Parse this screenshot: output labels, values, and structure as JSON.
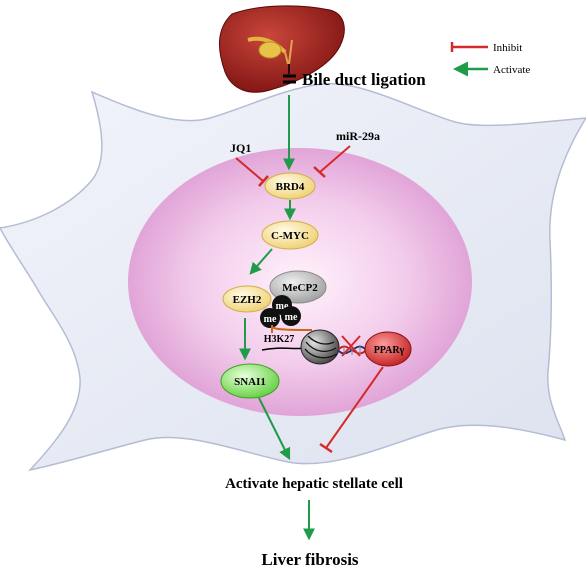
{
  "legend": {
    "inhibit": "Inhibit",
    "activate": "Activate"
  },
  "labels": {
    "bile_duct_ligation": "Bile duct ligation",
    "jq1": "JQ1",
    "mir29a": "miR-29a",
    "brd4": "BRD4",
    "cmyc": "C-MYC",
    "ezh2": "EZH2",
    "mecp2": "MeCP2",
    "me1": "me",
    "me2": "me",
    "me3": "me",
    "h3k27": "H3K27",
    "ppar": "PPARγ",
    "snai1": "SNAI1",
    "activate_hsc": "Activate hepatic stellate cell",
    "liver_fibrosis": "Liver fibrosis"
  },
  "colors": {
    "inhibit": "#d42a2a",
    "activate": "#1f9b4a",
    "cell_fill": "#e8ecf6",
    "nucleus_fill": "#eab8e0",
    "node_yellow": "#f5e08a",
    "node_green": "#7ee05a",
    "node_red": "#d93b3b",
    "node_grey": "#b0b0b0",
    "liver": "#9a1a1a"
  }
}
